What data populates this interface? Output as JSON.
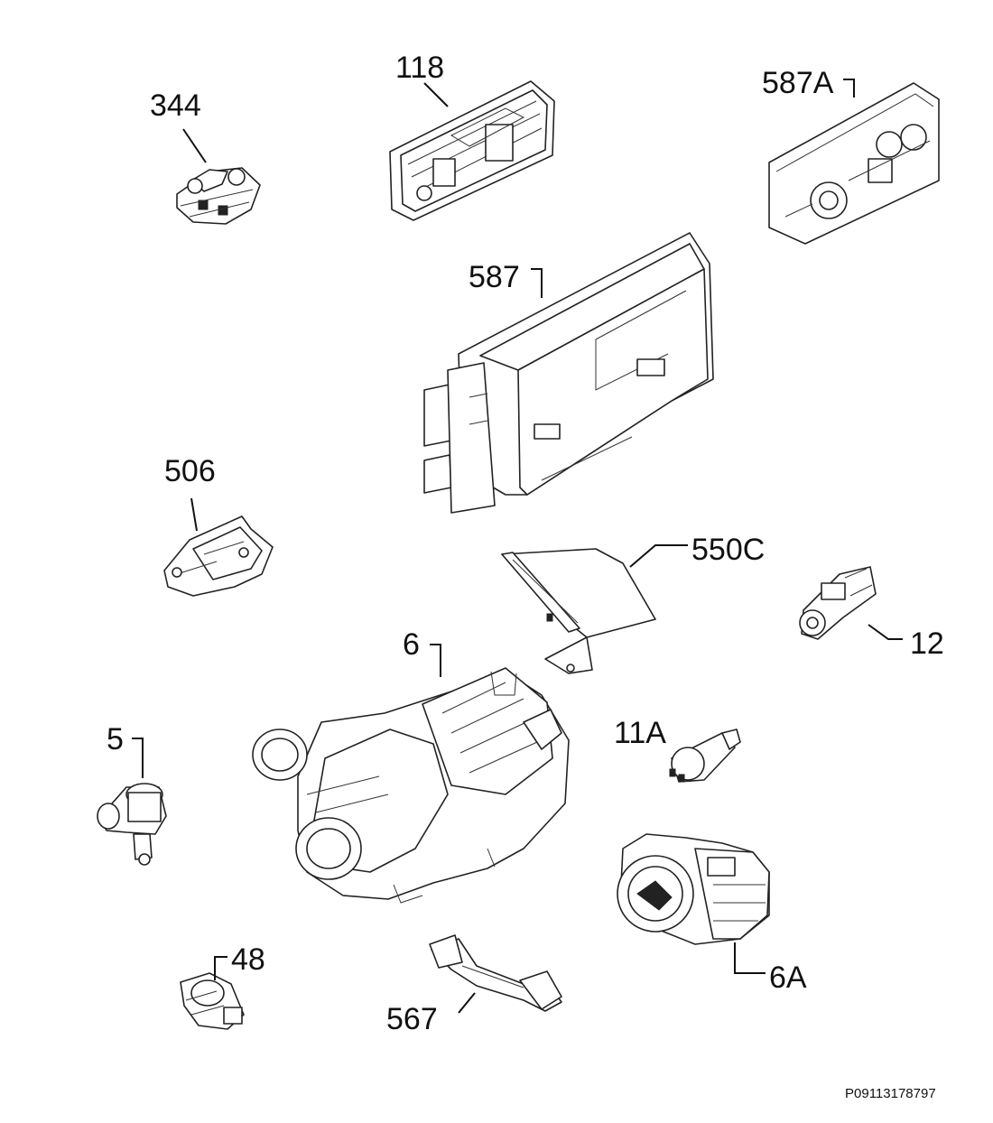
{
  "labels": {
    "p344": "344",
    "p118": "118",
    "p587a": "587A",
    "p587": "587",
    "p506": "506",
    "p550c": "550C",
    "p12": "12",
    "p6": "6",
    "p5": "5",
    "p11a": "11A",
    "p6a": "6A",
    "p48": "48",
    "p567": "567"
  },
  "drawing_code": "P09113178797"
}
